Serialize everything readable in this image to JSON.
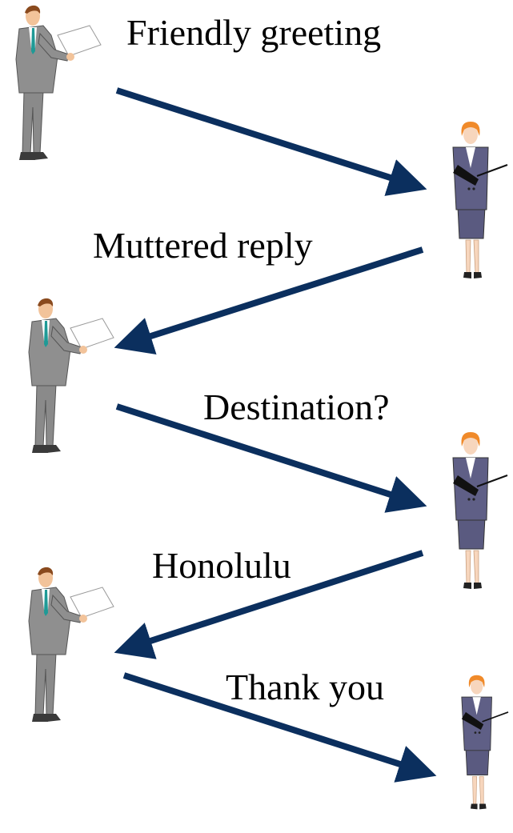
{
  "diagram": {
    "actors": [
      {
        "id": "man",
        "icon": "businessman-icon"
      },
      {
        "id": "woman",
        "icon": "businesswoman-icon"
      }
    ],
    "messages": [
      {
        "from": "man",
        "to": "woman",
        "label": "Friendly greeting"
      },
      {
        "from": "woman",
        "to": "man",
        "label": "Muttered reply"
      },
      {
        "from": "man",
        "to": "woman",
        "label": "Destination?"
      },
      {
        "from": "woman",
        "to": "man",
        "label": "Honolulu"
      },
      {
        "from": "man",
        "to": "woman",
        "label": "Thank you"
      }
    ],
    "arrow_color": "#0b2f5e"
  }
}
